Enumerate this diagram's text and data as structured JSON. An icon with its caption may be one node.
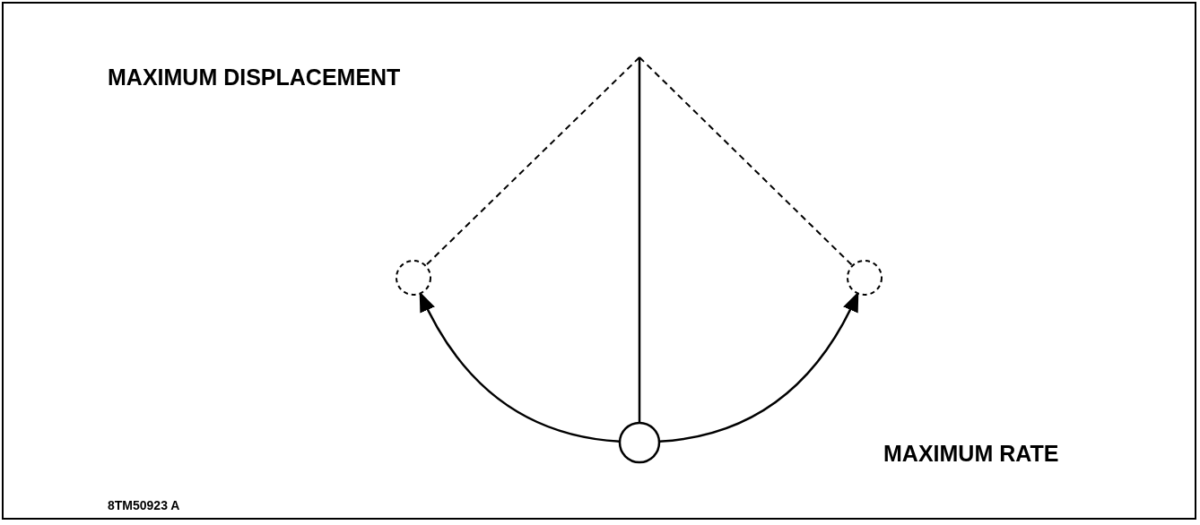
{
  "diagram": {
    "nodes": [
      {
        "text": [],
        "shape": "circle"
      },
      {
        "text": [],
        "shape": "circle"
      },
      {
        "text": [],
        "shape": "circle"
      }
    ],
    "edges": [
      {
        "from": 1,
        "to": 0,
        "arrow": "to"
      },
      {
        "from": 1,
        "to": 2,
        "arrow": "to"
      }
    ],
    "labels": [
      "MAXIMUM DISPLACEMENT",
      "MAXIMUM RATE",
      "8TM50923 A"
    ]
  }
}
